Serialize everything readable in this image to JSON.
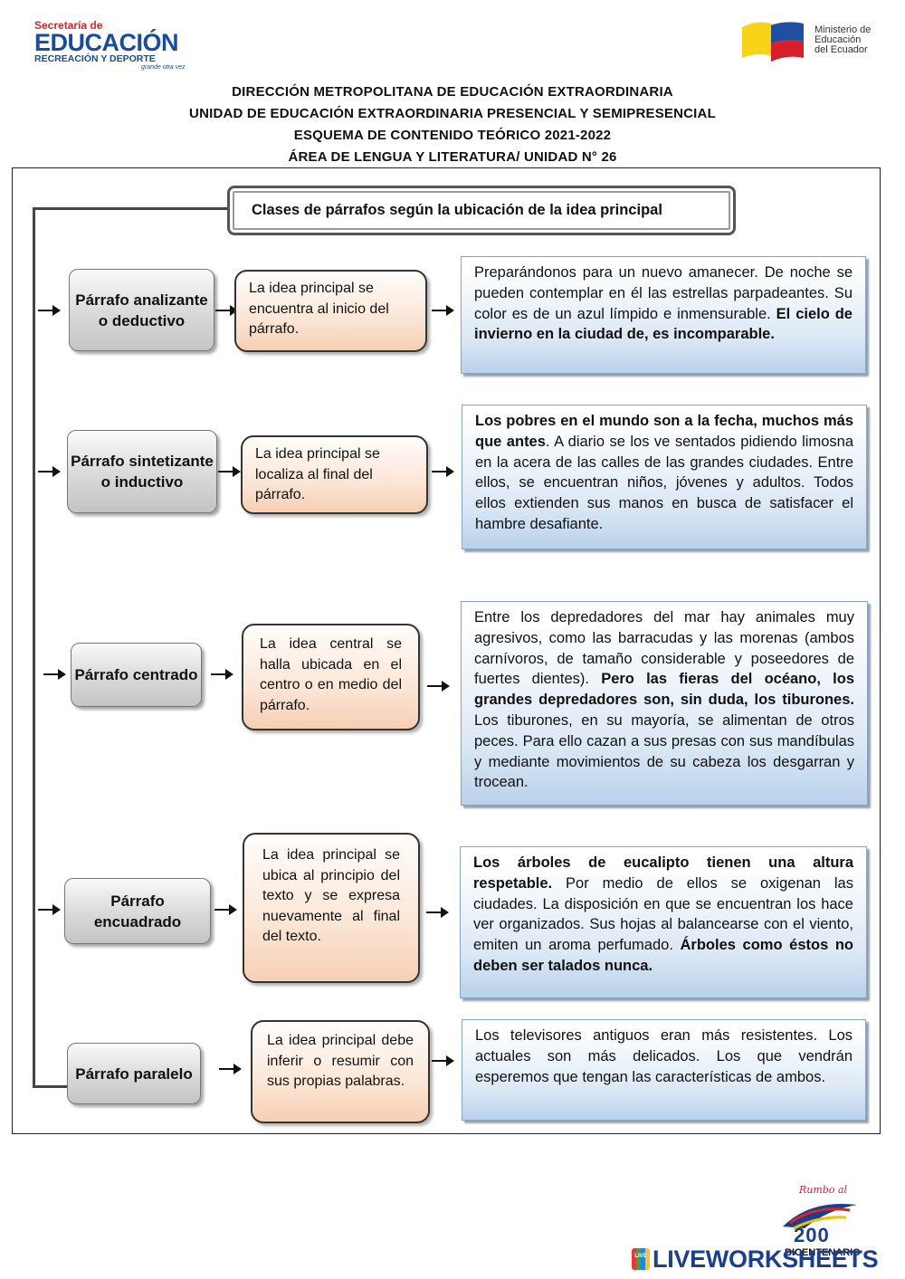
{
  "header": {
    "left_logo": {
      "line1": "Secretaría de",
      "line2": "EDUCACIÓN",
      "line3": "RECREACIÓN Y DEPORTE",
      "tagline": "grande otra vez"
    },
    "right_logo": {
      "line1": "Ministerio de",
      "line2": "Educación",
      "line3": "del Ecuador"
    },
    "titles": [
      "DIRECCIÓN METROPOLITANA DE EDUCACIÓN EXTRAORDINARIA",
      "UNIDAD DE EDUCACIÓN EXTRAORDINARIA PRESENCIAL Y SEMIPRESENCIAL",
      "ESQUEMA DE CONTENIDO TEÓRICO 2021-2022",
      "ÁREA DE LENGUA Y LITERATURA/ UNIDAD N° 26"
    ]
  },
  "diagram": {
    "title": "Clases de párrafos según la ubicación de la idea principal",
    "rows": [
      {
        "type": "Párrafo analizante o deductivo",
        "idea": "La idea principal se encuentra al inicio del párrafo.",
        "example": [
          {
            "t": "Preparándonos para un nuevo amanecer. De noche se pueden contemplar en él las estrellas parpadeantes. Su color es de un azul límpido e inmensurable. ",
            "b": false
          },
          {
            "t": "El cielo de invierno en la ciudad de, es incomparable.",
            "b": true
          }
        ]
      },
      {
        "type": "Párrafo sintetizante o inductivo",
        "idea": "La idea principal se localiza al final del párrafo.",
        "example": [
          {
            "t": "Los pobres en el mundo son a la fecha, muchos más que antes",
            "b": true
          },
          {
            "t": ". A diario se los ve sentados pidiendo limosna en la acera de las calles de las grandes ciudades. Entre ellos, se encuentran niños, jóvenes y adultos. Todos ellos extienden sus manos en busca de satisfacer el hambre desafiante.",
            "b": false
          }
        ]
      },
      {
        "type": "Párrafo centrado",
        "idea": "La idea central se halla ubicada en el centro o en medio del párrafo.",
        "example": [
          {
            "t": "Entre los depredadores del mar hay animales muy agresivos, como las barracudas y las morenas (ambos carnívoros, de tamaño considerable y poseedores de fuertes dientes). ",
            "b": false
          },
          {
            "t": "Pero las fieras del océano, los grandes depredadores son, sin duda, los tiburones.",
            "b": true
          },
          {
            "t": " Los tiburones, en su mayoría, se alimentan de otros peces. Para ello cazan a sus presas con sus mandíbulas y mediante movimientos de su cabeza los desgarran y trocean.",
            "b": false
          }
        ]
      },
      {
        "type": "Párrafo encuadrado",
        "idea": "La idea principal se ubica al principio del texto y se expresa nuevamente al final del texto.",
        "example": [
          {
            "t": "Los árboles de eucalipto tienen una altura respetable.",
            "b": true
          },
          {
            "t": " Por medio de ellos se oxigenan las ciudades. La disposición en que se encuentran los hace ver organizados. Sus hojas al balancearse con el viento, emiten un aroma perfumado. ",
            "b": false
          },
          {
            "t": "Árboles como éstos no deben ser talados nunca.",
            "b": true
          }
        ]
      },
      {
        "type": "Párrafo paralelo",
        "idea": "La idea principal debe inferir o resumir con sus propias palabras.",
        "example": [
          {
            "t": "Los televisores antiguos eran más resistentes. Los actuales son más delicados. Los que vendrán esperemos que tengan las características de ambos.",
            "b": false
          }
        ]
      }
    ]
  },
  "footer": {
    "bicentenario_top": "Rumbo al",
    "bicentenario_number": "200",
    "bicentenario_label": "BICENTENARIO",
    "liveworksheets": "LIVEWORKSHEETS",
    "lw_badge": "LIVE"
  },
  "colors": {
    "brand_blue": "#1a4c9c",
    "brand_red": "#d5262c",
    "peach": "#f6cfb3",
    "example_blue": "#b9d1ea"
  }
}
